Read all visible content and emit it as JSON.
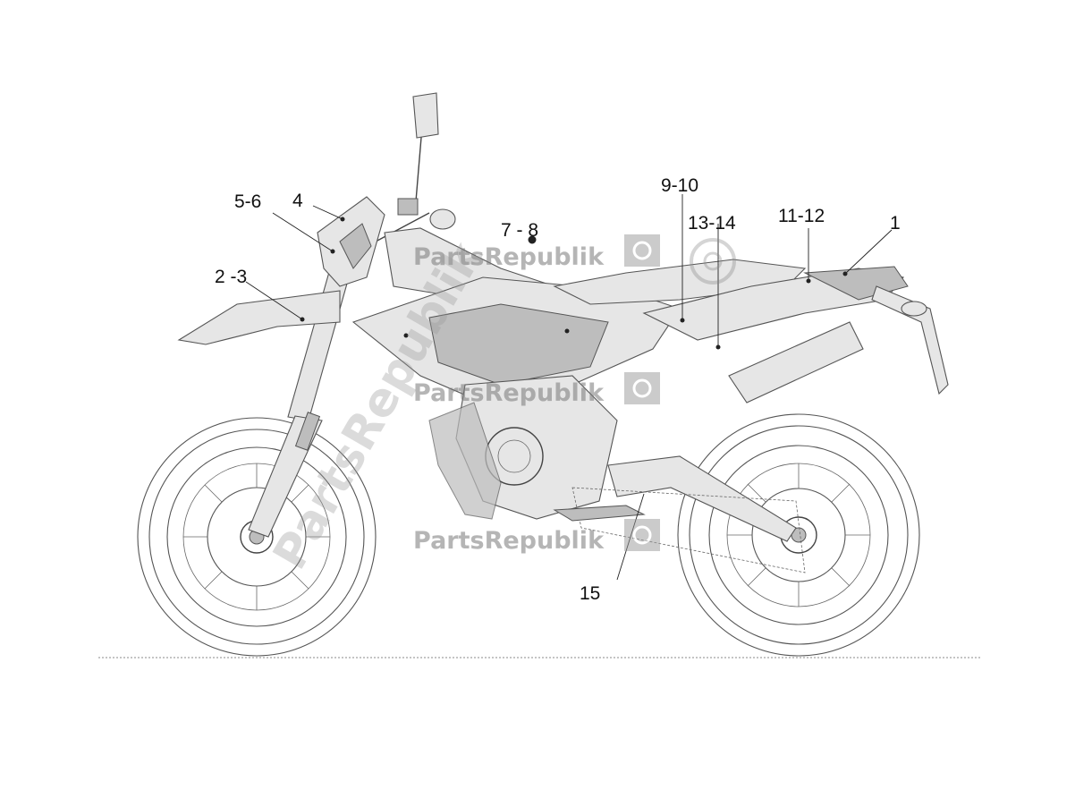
{
  "diagram": {
    "callouts": [
      {
        "id": "c-1",
        "label": "1"
      },
      {
        "id": "c-2-3",
        "label": "2 -3"
      },
      {
        "id": "c-4",
        "label": "4"
      },
      {
        "id": "c-5-6",
        "label": "5-6"
      },
      {
        "id": "c-7-8",
        "label": "7 - 8"
      },
      {
        "id": "c-9-10",
        "label": "9-10"
      },
      {
        "id": "c-11-12",
        "label": "11-12"
      },
      {
        "id": "c-13-14",
        "label": "13-14"
      },
      {
        "id": "c-15",
        "label": "15"
      }
    ]
  },
  "watermark": {
    "brand": "PartsRepublik",
    "diagonal": "PartsRepublik"
  },
  "colors": {
    "line": "#555555",
    "panel": "#e6e6e6",
    "watermark": "#7a7a7a"
  }
}
